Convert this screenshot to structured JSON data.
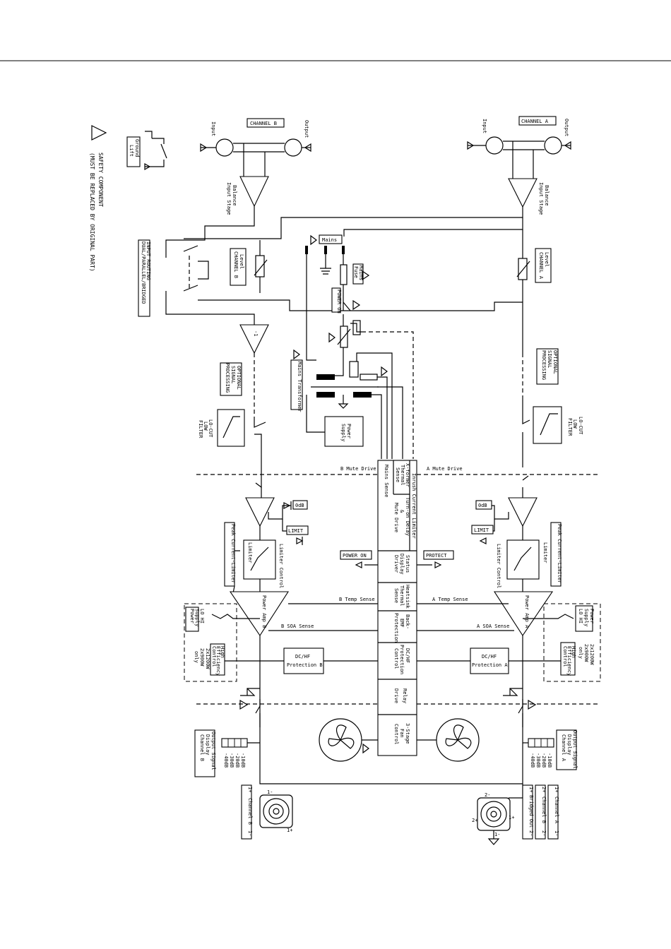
{
  "diagram": {
    "safety_note_1": "SAFETY COMPONENT",
    "safety_note_2": "(MUST BE REPLACED BY ORIGINAL PART)",
    "ground_lift_1": "Ground",
    "ground_lift_2": "Lift",
    "channel_b": "CHANNEL B",
    "channel_a": "CHANNEL A",
    "input": "Input",
    "output": "Output",
    "balance_input_stage_1": "Balance",
    "balance_input_stage_2": "Input Stage",
    "mains": "Mains",
    "mains_fuse_1": "Mains",
    "mains_fuse_2": "Fuse",
    "power_on_switch": "POWER ON",
    "mains_transformer": "Mains Transformer",
    "level_b_1": "Level",
    "level_b_2": "CHANNEL B",
    "level_a_1": "Level",
    "level_a_2": "CHANNEL A",
    "input_routing_1": "INPUT ROUTING",
    "input_routing_2": "DUAL/PARALLEL/BRIDGED",
    "inverter": "-1",
    "optional_b_1": "OPTIONAL",
    "optional_b_2": "SIGNAL",
    "optional_b_3": "PROCESSING",
    "optional_a_1": "OPTIONAL",
    "optional_a_2": "SIGNAL",
    "optional_a_3": "PROCESSING",
    "power_supply_1": "Power",
    "power_supply_2": "Supply",
    "lo_cut_1": "LO-CUT",
    "lo_cut_2": "LOW",
    "lo_cut_3": "FILTER",
    "b_mute_drive": "B Mute Drive",
    "a_mute_drive": "A Mute Drive",
    "inrush_1": "Inrush Current Limiter",
    "xformer_1": "X-former",
    "xformer_2": "Thermal",
    "xformer_3": "Sense",
    "turnon_1": "Turn-on Delay",
    "turnon_2": "&",
    "turnon_3": "Mute Drive",
    "mains_sense": "Mains Sense",
    "status_1": "Status",
    "status_2": "Display",
    "status_3": "Driver",
    "heatsink_1": "Heatsink",
    "heatsink_2": "Thermal",
    "heatsink_3": "Sense",
    "backemf_1": "Back-",
    "backemf_2": "EMF",
    "backemf_3": "Protection",
    "dchf_1": "DC/HF",
    "dchf_2": "Protection",
    "dchf_3": "Control",
    "relay_1": "Relay",
    "relay_2": "Drive",
    "fan_1": "3-Stage",
    "fan_2": "Fan",
    "fan_3": "Control",
    "odb": "0dB",
    "limit": "LIMIT",
    "power_on_led": "POWER ON",
    "protect_led": "PROTECT",
    "limiter": "Limiter",
    "limiter_control": "Limiter Control",
    "peak_current_limiter": "Peak Current-Limiter",
    "power_amp_b": "Power Amp B",
    "power_amp_a": "Power Amp A",
    "b_temp_sense": "B Temp Sense",
    "a_temp_sense": "A Temp Sense",
    "b_soa_sense": "B SOA Sense",
    "a_soa_sense": "A SOA Sense",
    "dchf_prot_b_1": "DC/HF",
    "dchf_prot_b_2": "Protection B",
    "dchf_prot_a_1": "DC/HF",
    "dchf_prot_a_2": "Protection A",
    "ps_lo_hi_1": "LO  HI",
    "ps_lo_hi_2": "Supply",
    "ps_lo_hi_3": "Power",
    "high_eff_1": "High",
    "high_eff_2": "Efficiency",
    "high_eff_3": "Control",
    "only_1": "2x1200W",
    "only_2": "2x900W",
    "only_3": "only",
    "out_sig_b_1": "Output Signal",
    "out_sig_b_2": "Display",
    "out_sig_b_3": "Channel B",
    "out_sig_a_1": "Output Signal",
    "out_sig_a_2": "Display",
    "out_sig_a_3": "Channel A",
    "db_levels": [
      "-10dB",
      "-20dB",
      "-30dB",
      "-40dB"
    ],
    "spk_b": "Channel B",
    "spk_a": "Channel A",
    "spk_a2": "Channel B",
    "bridged": "Bridged Out",
    "pin_1p": "1+",
    "pin_1m": "1-",
    "pin_2p": "2+",
    "pin_2m": "2-"
  }
}
